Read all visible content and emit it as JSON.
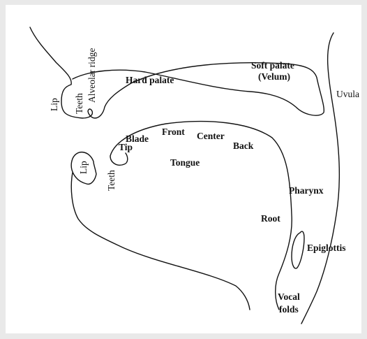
{
  "labels": {
    "lip_upper": "Lip",
    "teeth_upper": "Teeth",
    "alveolar_ridge": "Alveolar ridge",
    "hard_palate": "Hard palate",
    "soft_palate_line1": "Soft palate",
    "soft_palate_line2": "(Velum)",
    "uvula": "Uvula",
    "blade": "Blade",
    "front": "Front",
    "center": "Center",
    "back": "Back",
    "tip": "Tip",
    "tongue": "Tongue",
    "lip_lower": "Lip",
    "teeth_lower": "Teeth",
    "pharynx": "Pharynx",
    "root": "Root",
    "epiglottis": "Epiglottis",
    "vocal_line1": "Vocal",
    "vocal_line2": "folds"
  }
}
